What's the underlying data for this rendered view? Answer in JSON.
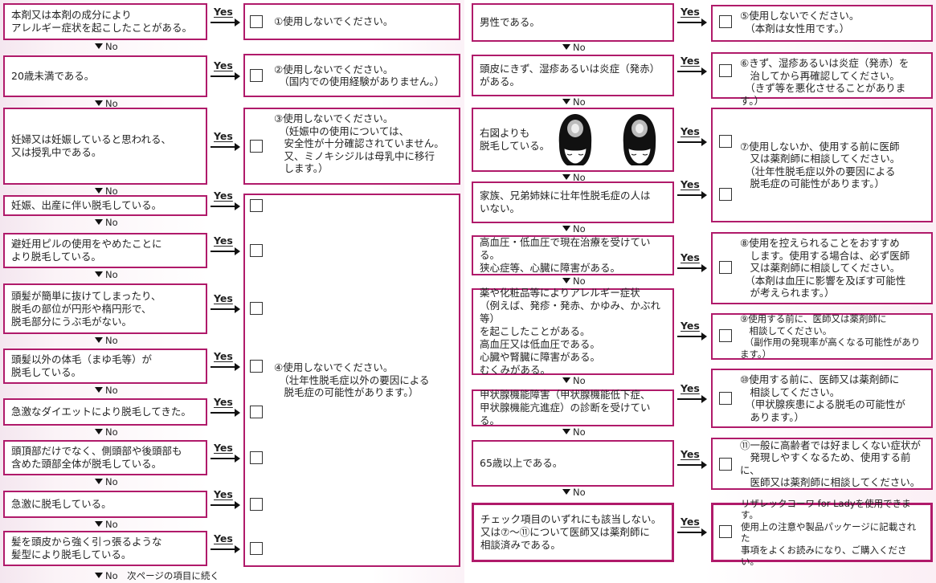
{
  "yes_label": "Yes",
  "no_label": "No",
  "left": {
    "questions": [
      "本剤又は本剤の成分により\nアレルギー症状を起こしたことがある。",
      "20歳未満である。",
      "妊婦又は妊娠していると思われる、\n又は授乳中である。",
      "妊娠、出産に伴い脱毛している。",
      "避妊用ピルの使用をやめたことに\nより脱毛している。",
      "頭髪が簡単に抜けてしまったり、\n脱毛の部位が円形や楕円形で、\n脱毛部分にうぶ毛がない。",
      "頭髪以外の体毛（まゆ毛等）が\n脱毛している。",
      "急激なダイエットにより脱毛してきた。",
      "頭頂部だけでなく、側頭部や後頭部も\n含めた頭部全体が脱毛している。",
      "急激に脱毛している。",
      "髪を頭皮から強く引っ張るような\n髪型により脱毛している。"
    ],
    "answers": [
      "①使用しないでください。",
      "②使用しないでください。\n　（国内での使用経験がありません。）",
      "③使用しないでください。\n　（妊娠中の使用については、\n　安全性が十分確認されていません。\n　又、ミノキシジルは母乳中に移行\n　します。）",
      "④使用しないでください。\n　（壮年性脱毛症以外の要因による\n　脱毛症の可能性があります。）"
    ],
    "footer_no": "No　次ページの項目に続く"
  },
  "right": {
    "questions": [
      "男性である。",
      "頭皮にきず、湿疹あるいは炎症（発赤）\nがある。",
      "右図よりも\n脱毛している。",
      "家族、兄弟姉妹に壮年性脱毛症の人は\nいない。",
      "高血圧・低血圧で現在治療を受けている。\n狭心症等、心臓に障害がある。",
      "薬や化粧品等によりアレルギー症状\n（例えば、発疹・発赤、かゆみ、かぶれ等）\nを起こしたことがある。\n高血圧又は低血圧である。\n心臓や腎臓に障害がある。\nむくみがある。",
      "甲状腺機能障害（甲状腺機能低下症、\n甲状腺機能亢進症）の診断を受けている。",
      "65歳以上である。",
      "チェック項目のいずれにも該当しない。\n又は⑦〜⑪について医師又は薬剤師に\n相談済みである。"
    ],
    "answers": [
      "⑤使用しないでください。\n　（本剤は女性用です。）",
      "⑥きず、湿疹あるいは炎症（発赤）を\n　治してから再確認してください。\n　（きず等を悪化させることがあります。）",
      "⑦使用しないか、使用する前に医師\n　又は薬剤師に相談してください。\n　（壮年性脱毛症以外の要因による\n　脱毛症の可能性があります。）",
      "⑧使用を控えられることをおすすめ\n　します。使用する場合は、必ず医師\n　又は薬剤師に相談してください。\n　（本剤は血圧に影響を及ぼす可能性\n　が考えられます。）",
      "⑨使用する前に、医師又は薬剤師に\n　相談してください。\n　（副作用の発現率が高くなる可能性があります。）",
      "⑩使用する前に、医師又は薬剤師に\n　相談してください。\n　（甲状腺疾患による脱毛の可能性が\n　あります。）",
      "⑪一般に高齢者では好ましくない症状が\n　発現しやすくなるため、使用する前に、\n　医師又は薬剤師に相談してください。",
      "リザレックコーワ for Ladyを使用できます。\n使用上の注意や製品パッケージに記載された\n事項をよくお読みになり、ご購入ください。"
    ]
  },
  "colors": {
    "border": "#b01a6a",
    "background_tint": "#f4e6ef"
  },
  "icons": [
    "checkbox-icon",
    "arrow-right-icon",
    "arrow-down-icon",
    "head-illustration"
  ]
}
